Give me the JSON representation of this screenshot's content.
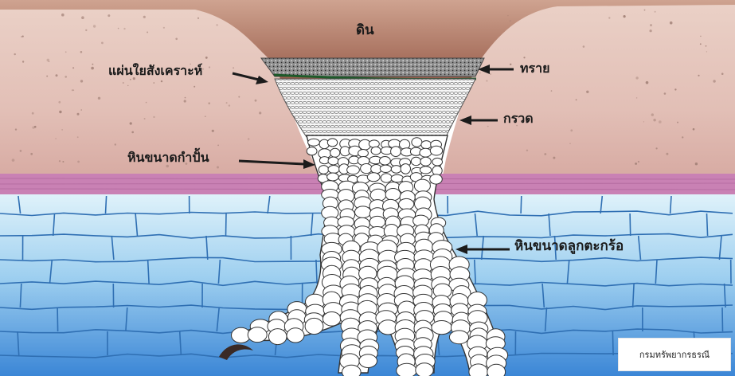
{
  "labels": {
    "soil": "ดิน",
    "geotextile": "แผ่นใยสังเคราะห์",
    "sand": "ทราย",
    "gravel": "กรวด",
    "fist_rock": "หินขนาดกำปั้น",
    "coconut_rock": "หินขนาดลูกตะกร้อ"
  },
  "credit": "กรมทรัพยากรธรณี",
  "colors": {
    "soil_top": "#c99a86",
    "soil_bottom": "#8a4a38",
    "ground": "#e6c5be",
    "band": "#c981b4",
    "rock_top": "#d6eef8",
    "rock_bottom": "#3d88d6",
    "sand": "#555555",
    "geotextile": "#1e5a2a",
    "arrow": "#1b1b1b"
  },
  "icons": [
    "arrow-left-icon",
    "arrow-right-icon"
  ]
}
